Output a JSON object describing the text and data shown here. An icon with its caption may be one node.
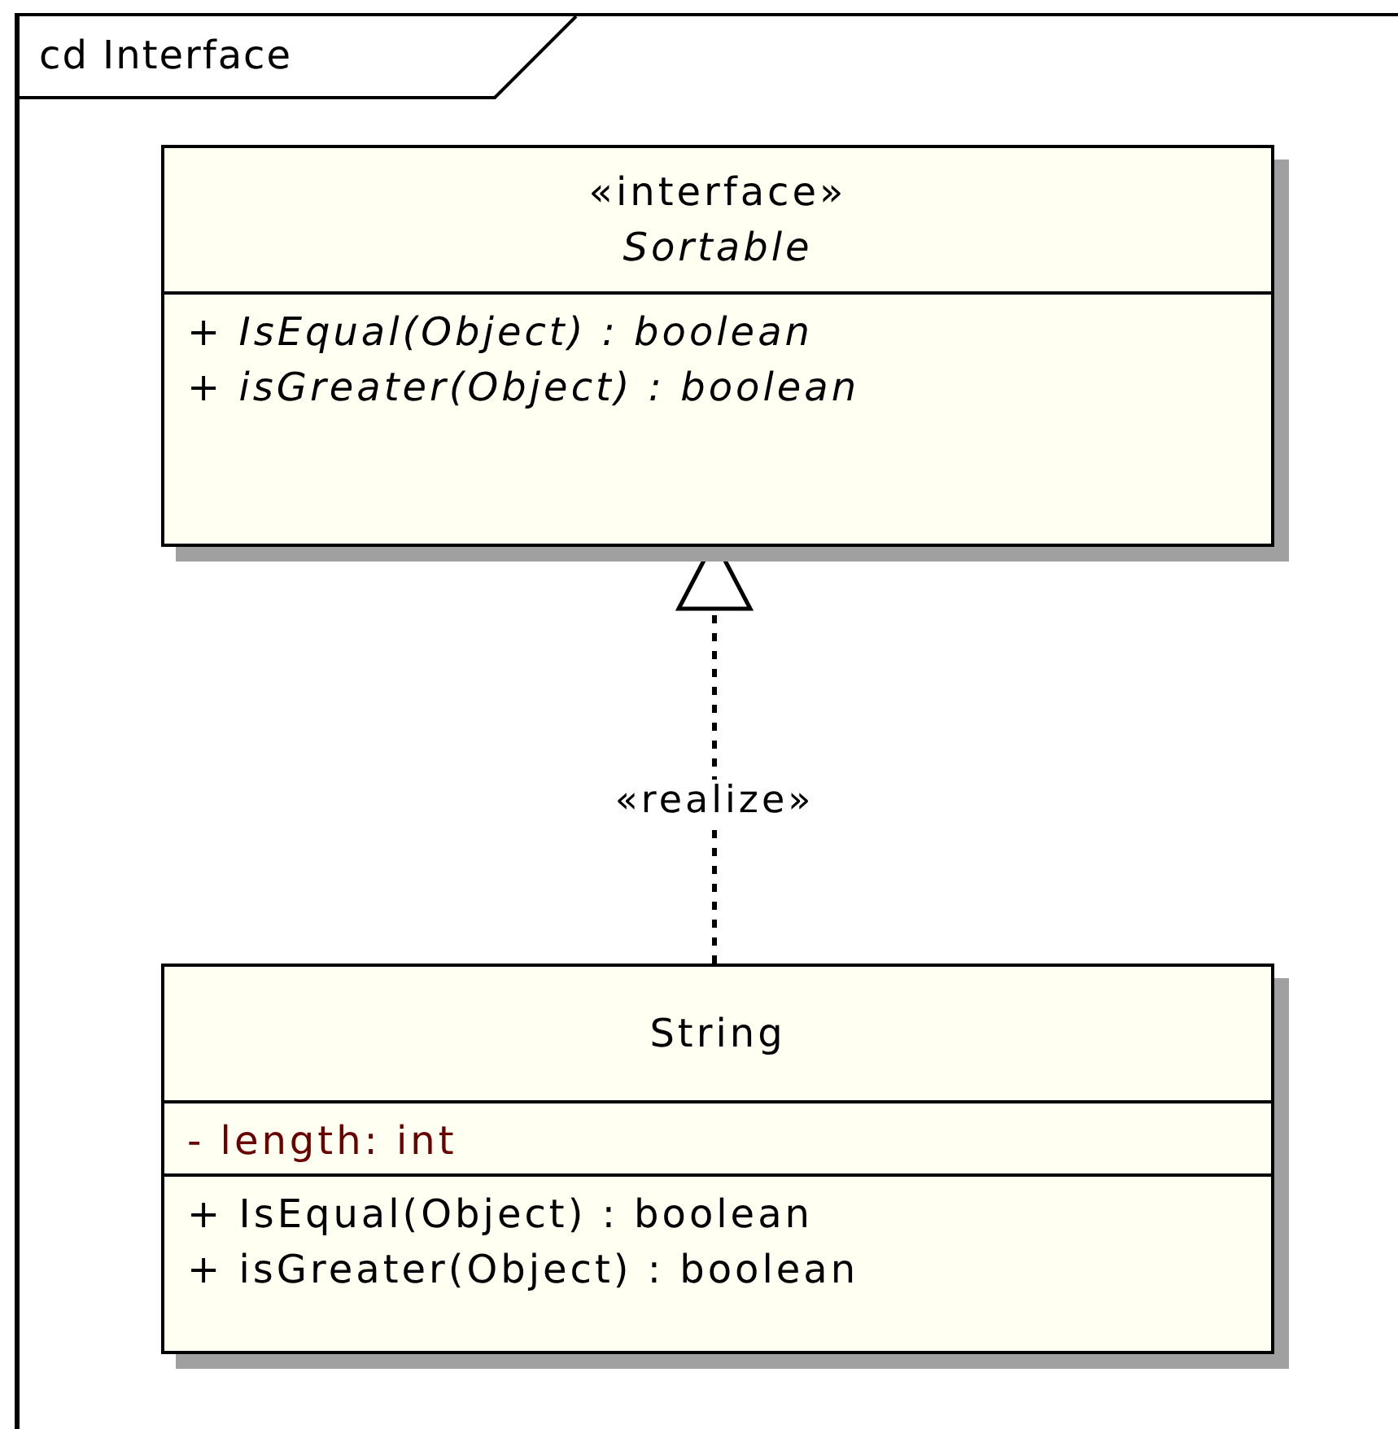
{
  "diagram": {
    "nodes": [
      {
        "text": [
          "cd Interface"
        ]
      },
      {
        "text": [
          "«interface»",
          "Sortable",
          "+ IsEqual(Object) : boolean",
          "+ isGreater(Object) : boolean"
        ],
        "in": 0
      },
      {
        "text": [
          "String",
          "- length: int",
          "+ IsEqual(Object) : boolean",
          "+ isGreater(Object) : boolean"
        ],
        "in": 0
      }
    ],
    "edges": [
      {
        "from": 2,
        "to": 1,
        "arrow": "to",
        "label": "«realize»",
        "style": "dashed"
      }
    ]
  }
}
